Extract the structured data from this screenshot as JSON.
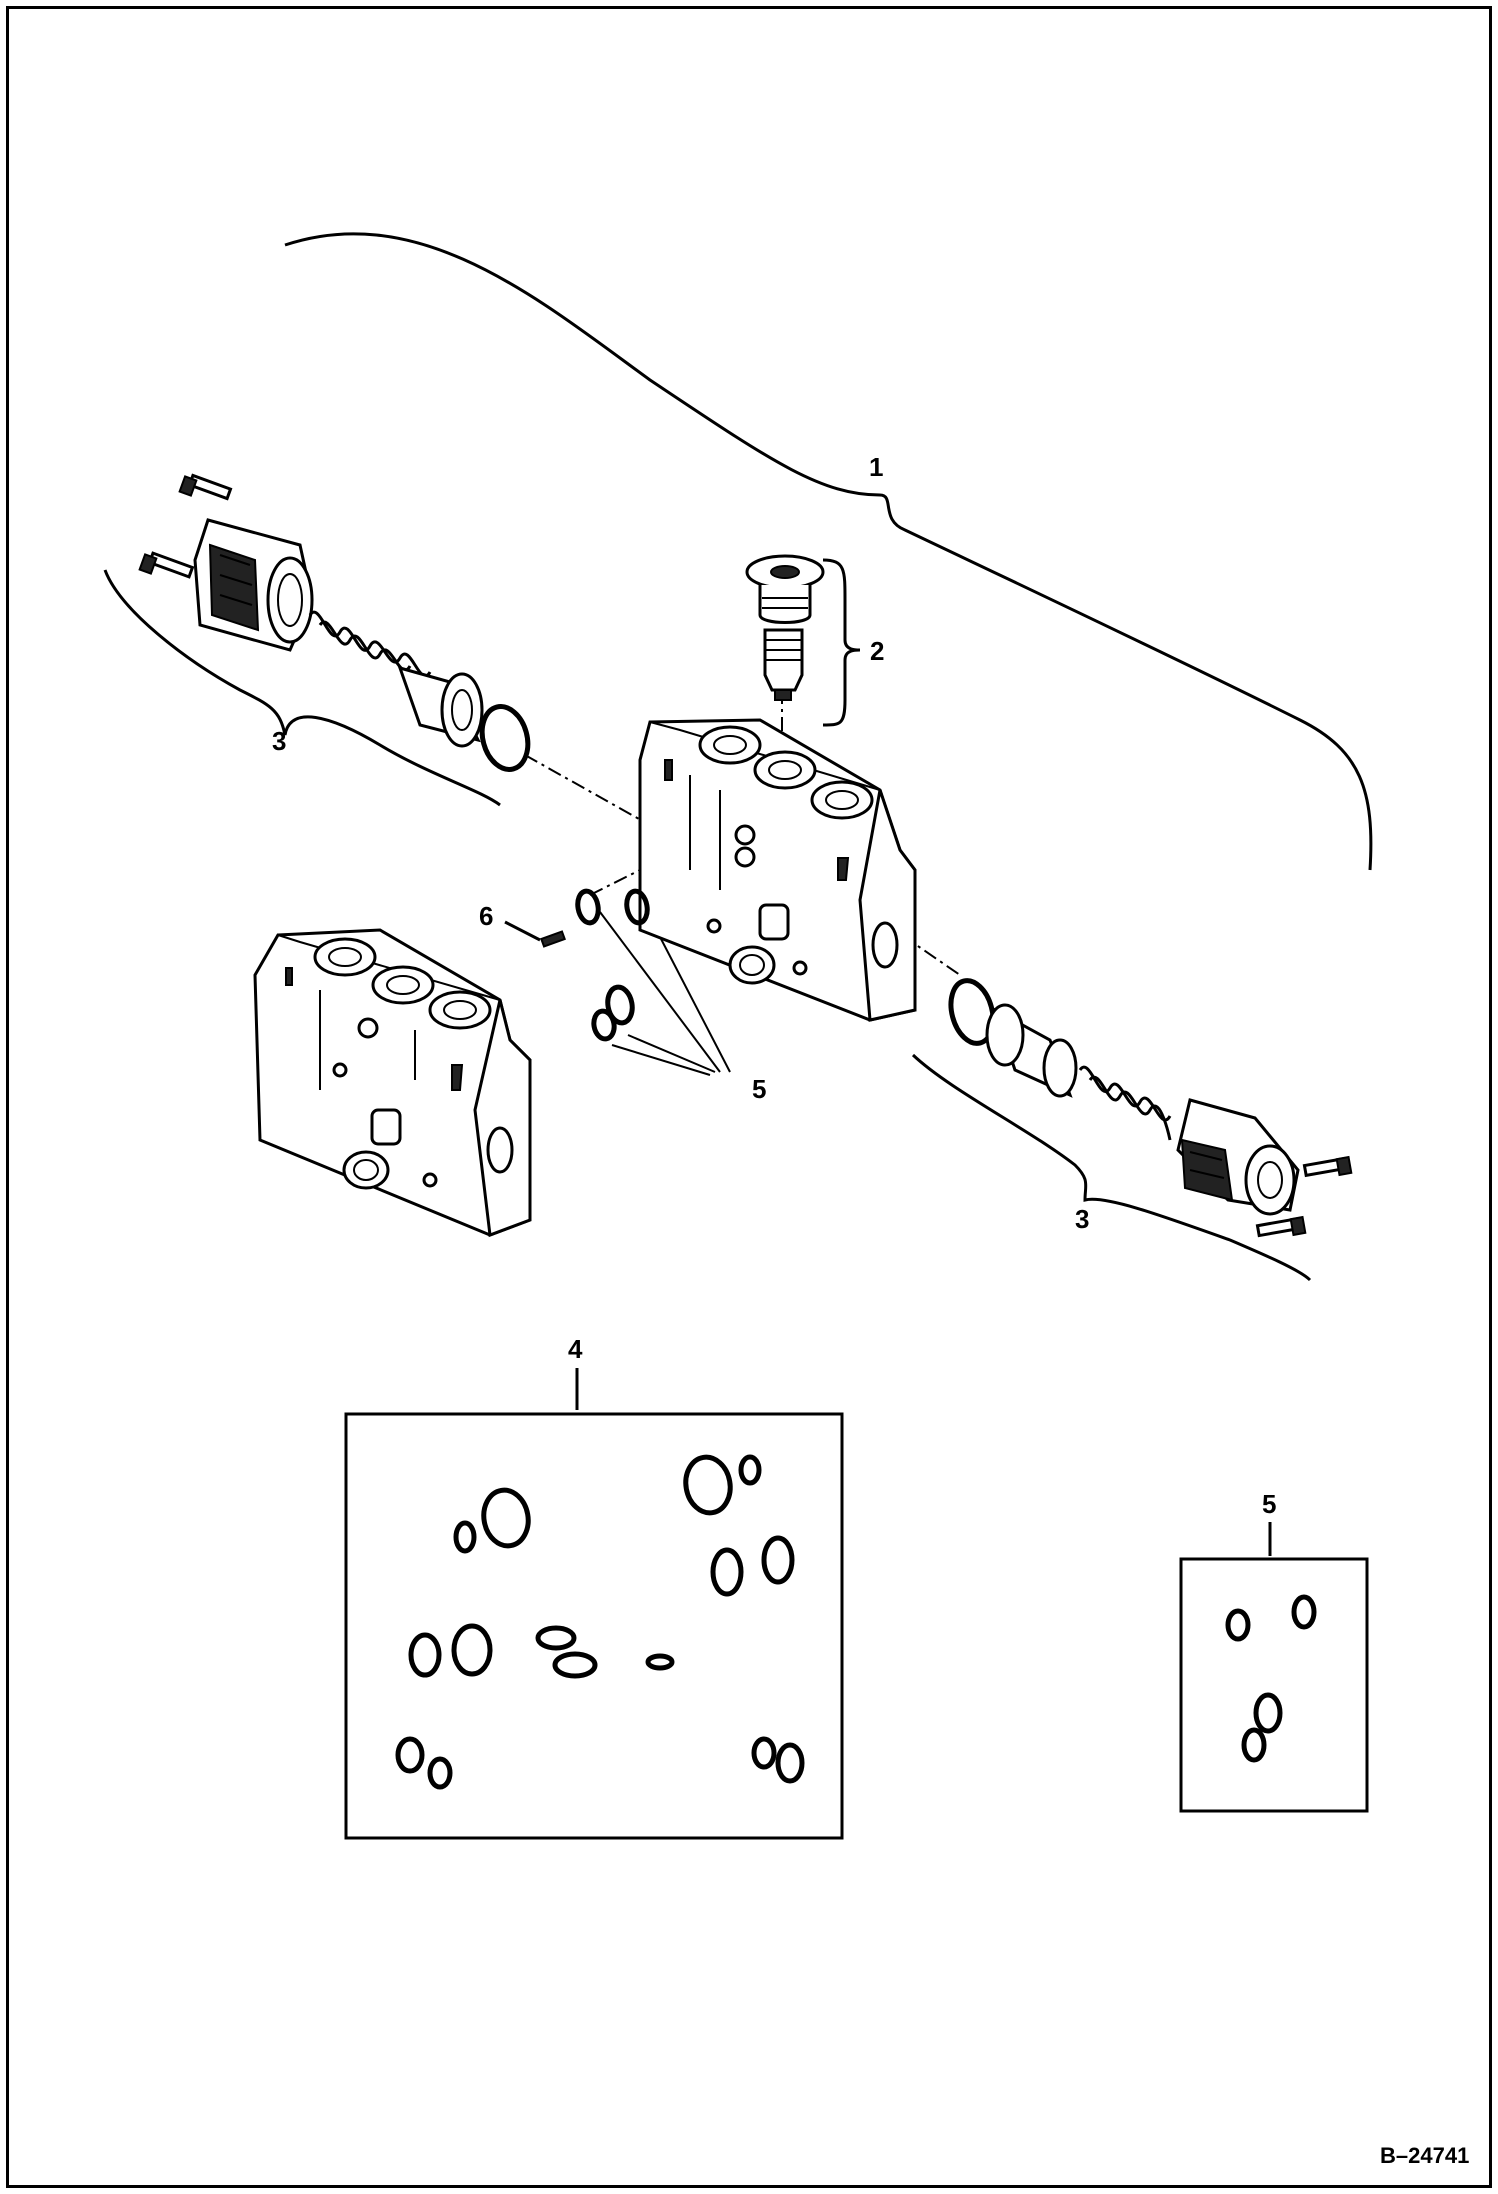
{
  "diagram": {
    "callouts": {
      "c1": "1",
      "c2": "2",
      "c3_left": "3",
      "c3_right": "3",
      "c4": "4",
      "c5_top": "5",
      "c5_kit": "5",
      "c6": "6"
    },
    "reference_number": "B–24741"
  },
  "colors": {
    "line": "#000000",
    "background": "#ffffff"
  }
}
